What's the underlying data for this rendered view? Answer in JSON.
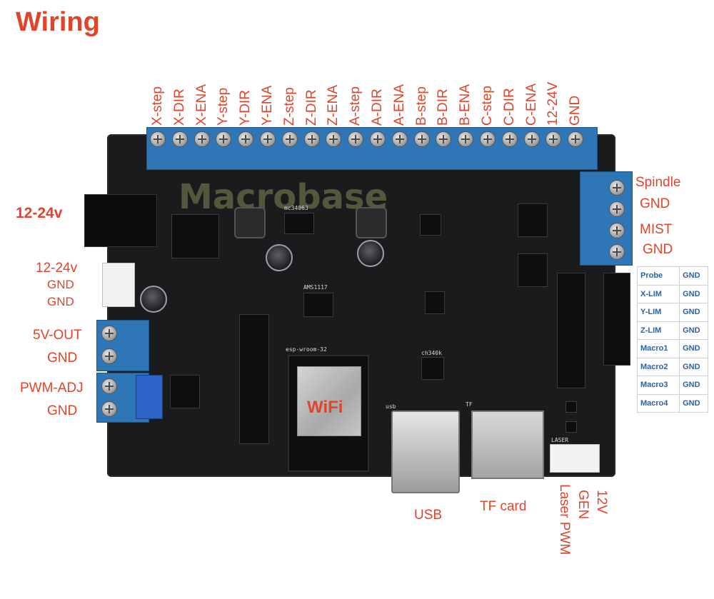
{
  "title": "Wiring",
  "top_terminals": [
    "X-step",
    "X-DIR",
    "X-ENA",
    "Y-step",
    "Y-DIR",
    "Y-ENA",
    "Z-step",
    "Z-DIR",
    "Z-ENA",
    "A-step",
    "A-DIR",
    "A-ENA",
    "B-step",
    "B-DIR",
    "B-ENA",
    "C-step",
    "C-DIR",
    "C-ENA",
    "12-24V",
    "GND"
  ],
  "left_labels": {
    "power_jack": "12-24v",
    "jst_12v": "12-24v",
    "jst_gnd1": "GND",
    "jst_gnd2": "GND",
    "v5_out": "5V-OUT",
    "v5_gnd": "GND",
    "pwm_adj": "PWM-ADJ",
    "pwm_gnd": "GND"
  },
  "right_labels": {
    "spindle": "Spindle",
    "spindle_gnd": "GND",
    "mist": "MIST",
    "mist_gnd": "GND"
  },
  "io_table": [
    {
      "signal": "Probe",
      "gnd": "GND"
    },
    {
      "signal": "X-LIM",
      "gnd": "GND"
    },
    {
      "signal": "Y-LIM",
      "gnd": "GND"
    },
    {
      "signal": "Z-LIM",
      "gnd": "GND"
    },
    {
      "signal": "Macro1",
      "gnd": "GND"
    },
    {
      "signal": "Macro2",
      "gnd": "GND"
    },
    {
      "signal": "Macro3",
      "gnd": "GND"
    },
    {
      "signal": "Macro4",
      "gnd": "GND"
    }
  ],
  "bottom_labels": {
    "usb": "USB",
    "tf_card": "TF card",
    "laser_pwm": "Laser PWM",
    "gen": "GEN",
    "v12": "12V"
  },
  "board": {
    "wifi": "WiFi",
    "watermark": "Macrobase",
    "esp_label": "esp-wroom-32",
    "chip_label": "ch340k",
    "ams": "AMS1117",
    "mc": "mc34063",
    "usb_silk": "usb",
    "tf_silk": "TF",
    "laser_silk": "LASER"
  },
  "colors": {
    "label": "#e0442a",
    "table_text": "#2a62a8",
    "board": "#1b1b1d",
    "terminal": "#2f76b7"
  }
}
